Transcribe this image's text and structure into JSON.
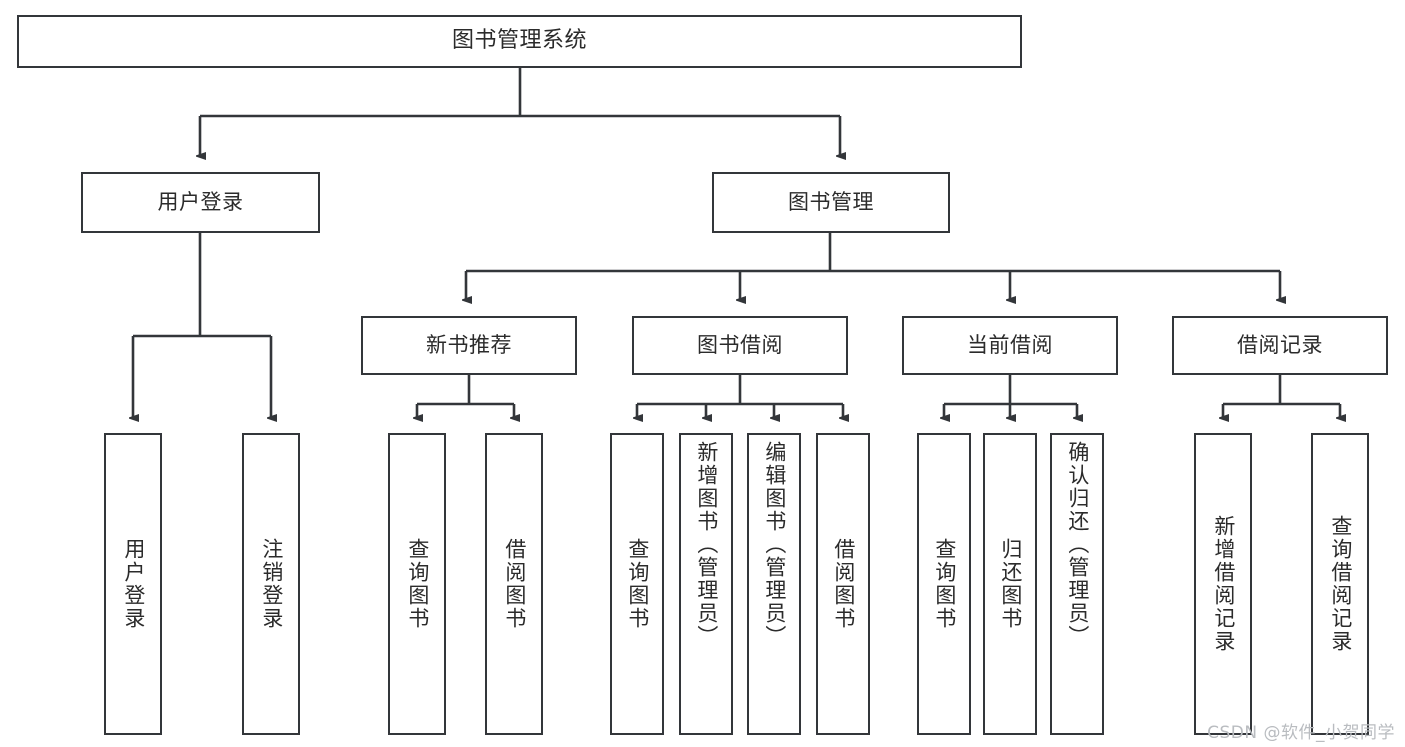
{
  "diagram": {
    "title": "图书管理系统",
    "type": "tree-diagram",
    "root": {
      "label": "图书管理系统"
    },
    "level1": [
      {
        "label": "用户登录"
      },
      {
        "label": "图书管理"
      }
    ],
    "level2": [
      {
        "label": "新书推荐"
      },
      {
        "label": "图书借阅"
      },
      {
        "label": "当前借阅"
      },
      {
        "label": "借阅记录"
      }
    ],
    "leaves": {
      "user_login": [
        {
          "label": "用户登录"
        },
        {
          "label": "注销登录"
        }
      ],
      "new_book_recommend": [
        {
          "label": "查询图书"
        },
        {
          "label": "借阅图书"
        }
      ],
      "book_borrow": [
        {
          "label": "查询图书"
        },
        {
          "label": "新增图书（管理员）"
        },
        {
          "label": "编辑图书（管理员）"
        },
        {
          "label": "借阅图书"
        }
      ],
      "current_borrow": [
        {
          "label": "查询图书"
        },
        {
          "label": "归还图书"
        },
        {
          "label": "确认归还（管理员）"
        }
      ],
      "borrow_records": [
        {
          "label": "新增借阅记录"
        },
        {
          "label": "查询借阅记录"
        }
      ]
    }
  },
  "watermark": {
    "text": "CSDN @软件_小贺同学"
  },
  "colors": {
    "stroke": "#33363a",
    "text": "#2b2b2b",
    "background": "#ffffff",
    "watermark": "#b9bcc0"
  }
}
